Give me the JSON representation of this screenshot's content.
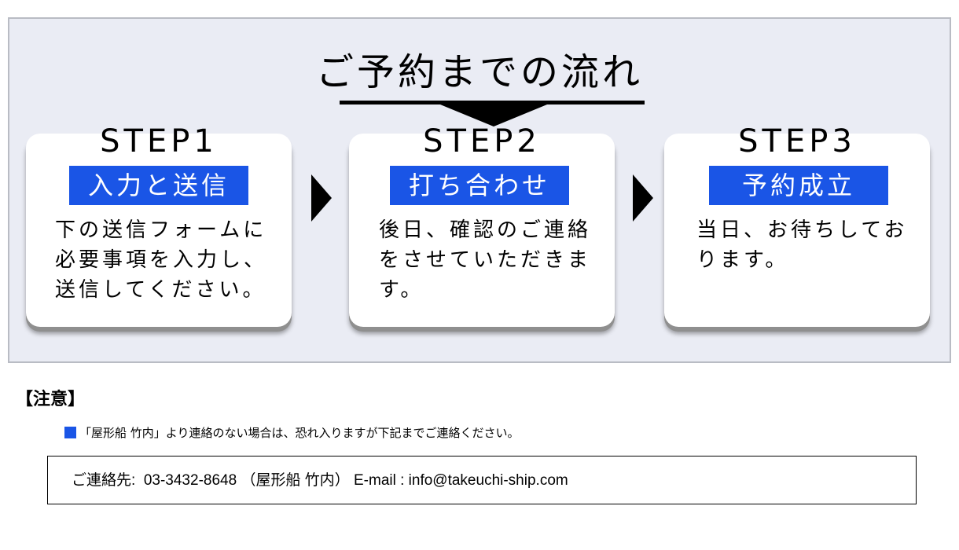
{
  "title": "ご予約までの流れ",
  "steps": [
    {
      "label": "STEP1",
      "badge": "入力と送信",
      "description": "下の送信フォームに\n必要事項を入力し、\n送信してください。"
    },
    {
      "label": "STEP2",
      "badge": "打ち合わせ",
      "description": "後日、確認のご連絡\nをさせていただきま\nす。"
    },
    {
      "label": "STEP3",
      "badge": "予約成立",
      "description": "当日、お待ちしてお\nります。"
    }
  ],
  "notice": {
    "title": "【注意】",
    "text": "「屋形船 竹内」より連絡のない場合は、恐れ入りますが下記までご連絡ください。"
  },
  "contact": {
    "text": "ご連絡先:  03-3432-8648 （屋形船 竹内） E-mail : info@takeuchi-ship.com"
  },
  "colors": {
    "accent": "#1a55e6",
    "panel": "#eaecf4"
  }
}
